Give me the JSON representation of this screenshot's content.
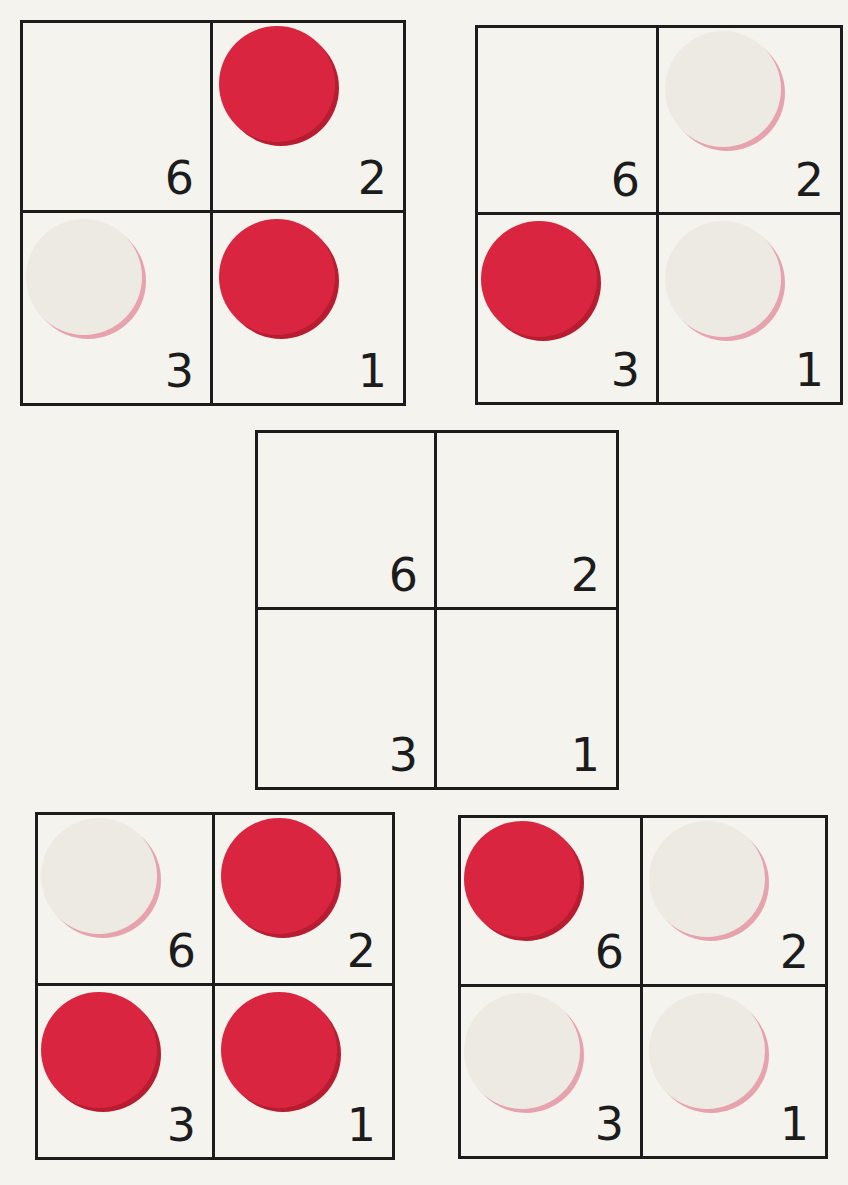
{
  "diagram": {
    "nodes": [
      {
        "text": [
          "6"
        ]
      },
      {
        "text": [
          "2"
        ]
      },
      {
        "text": [
          "3"
        ]
      },
      {
        "text": [
          "1"
        ]
      },
      {
        "text": [
          "6"
        ]
      },
      {
        "text": [
          "2"
        ]
      },
      {
        "text": [
          "3"
        ]
      },
      {
        "text": [
          "1"
        ]
      },
      {
        "text": [
          "6"
        ]
      },
      {
        "text": [
          "2"
        ]
      },
      {
        "text": [
          "3"
        ]
      },
      {
        "text": [
          "1"
        ]
      },
      {
        "text": [
          "6"
        ]
      },
      {
        "text": [
          "2"
        ]
      },
      {
        "text": [
          "3"
        ]
      },
      {
        "text": [
          "1"
        ]
      },
      {
        "text": [
          "6"
        ]
      },
      {
        "text": [
          "2"
        ]
      },
      {
        "text": [
          "3"
        ]
      },
      {
        "text": [
          "1"
        ]
      }
    ]
  }
}
